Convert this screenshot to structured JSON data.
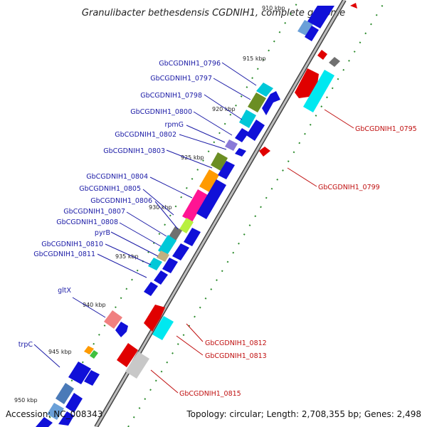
{
  "title": "Granulibacter bethesdensis CGDNIH1, complete genome",
  "footer": {
    "accession": "Accession: NC_008343",
    "topology": "Topology: circular; Length: 2,708,355 bp; Genes: 2,498"
  },
  "ticks": [
    "910 kbp",
    "915 kbp",
    "920 kbp",
    "925 kbp",
    "930 kbp",
    "935 kbp",
    "940 kbp",
    "945 kbp",
    "950 kbp"
  ],
  "left_labels": [
    "GbCGDNIH1_0796",
    "GbCGDNIH1_0797",
    "GbCGDNIH1_0798",
    "GbCGDNIH1_0800",
    "rpmG",
    "GbCGDNIH1_0802",
    "GbCGDNIH1_0803",
    "GbCGDNIH1_0804",
    "GbCGDNIH1_0805",
    "GbCGDNIH1_0806",
    "GbCGDNIH1_0807",
    "GbCGDNIH1_0808",
    "pyrB",
    "GbCGDNIH1_0810",
    "GbCGDNIH1_0811",
    "gltX",
    "trpC"
  ],
  "right_labels": [
    "GbCGDNIH1_0795",
    "GbCGDNIH1_0799",
    "GbCGDNIH1_0812",
    "GbCGDNIH1_0813",
    "GbCGDNIH1_0815"
  ],
  "colors": {
    "forward_cds": "#1010d8",
    "reverse_cds": "#e00000",
    "backbone": "#808080",
    "tick_green": "#2a8a2a",
    "label_blue": "#1a1aa6",
    "label_red": "#c01010"
  }
}
